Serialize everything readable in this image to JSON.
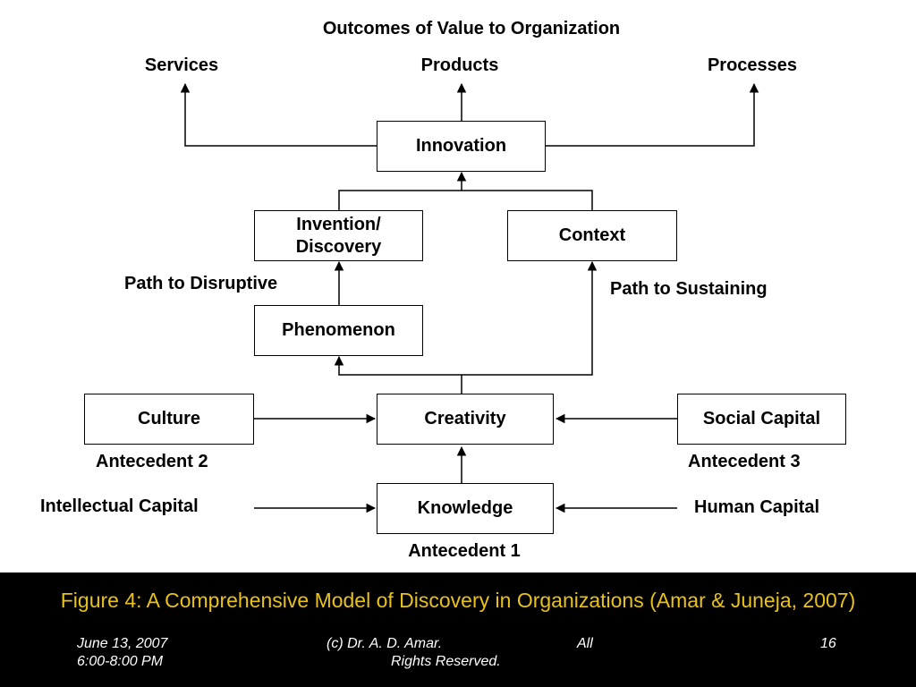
{
  "diagram": {
    "title": "Outcomes of Value to Organization",
    "outcomes": {
      "services": "Services",
      "products": "Products",
      "processes": "Processes"
    },
    "boxes": {
      "innovation": "Innovation",
      "invention_line1": "Invention/",
      "invention_line2": "Discovery",
      "context": "Context",
      "phenomenon": "Phenomenon",
      "culture": "Culture",
      "creativity": "Creativity",
      "social_capital": "Social Capital",
      "knowledge": "Knowledge"
    },
    "labels": {
      "path_disruptive": "Path to Disruptive",
      "path_sustaining": "Path to Sustaining",
      "antecedent_1": "Antecedent 1",
      "antecedent_2": "Antecedent 2",
      "antecedent_3": "Antecedent 3",
      "intellectual_capital": "Intellectual Capital",
      "human_capital": "Human Capital"
    }
  },
  "footer": {
    "caption": "Figure 4: A Comprehensive Model of Discovery in Organizations (Amar & Juneja, 2007)",
    "date_line1": "June 13, 2007",
    "date_line2": "6:00-8:00 PM",
    "copyright": "(c) Dr. A. D. Amar.",
    "rights_line1": "All",
    "rights_line2": "Rights Reserved.",
    "page_number": "16"
  },
  "colors": {
    "caption": "#e8c21a",
    "footer_bg": "#000000",
    "footer_text": "#ffffff"
  }
}
